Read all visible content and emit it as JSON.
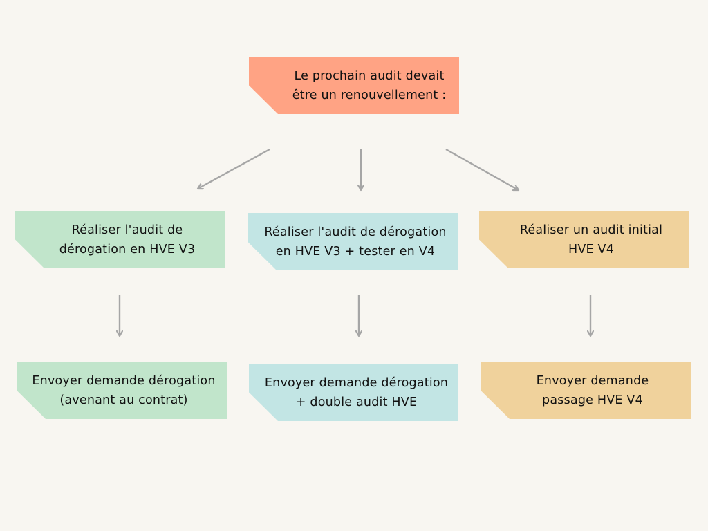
{
  "diagram": {
    "type": "flowchart",
    "colors": {
      "background": "#F8F6F1",
      "root": "#FFA384",
      "branch_1": "#C1E5CB",
      "branch_2": "#C2E5E4",
      "branch_3": "#F0D29C",
      "arrow": "#A6A6A6"
    },
    "root": {
      "text": "Le prochain audit devait\nêtre un renouvellement :"
    },
    "branches": [
      {
        "step1": "Réaliser l'audit de\ndérogation en HVE V3",
        "step2": "Envoyer demande dérogation\n(avenant au contrat)"
      },
      {
        "step1": "Réaliser l'audit de dérogation\nen HVE V3 + tester en V4",
        "step2": "Envoyer demande dérogation\n+ double audit HVE"
      },
      {
        "step1": "Réaliser un audit initial\nHVE V4",
        "step2": "Envoyer demande\npassage HVE V4"
      }
    ],
    "edges": [
      {
        "from": "root",
        "to": "branch-1-step-1"
      },
      {
        "from": "root",
        "to": "branch-2-step-1"
      },
      {
        "from": "root",
        "to": "branch-3-step-1"
      },
      {
        "from": "branch-1-step-1",
        "to": "branch-1-step-2"
      },
      {
        "from": "branch-2-step-1",
        "to": "branch-2-step-2"
      },
      {
        "from": "branch-3-step-1",
        "to": "branch-3-step-2"
      }
    ]
  }
}
